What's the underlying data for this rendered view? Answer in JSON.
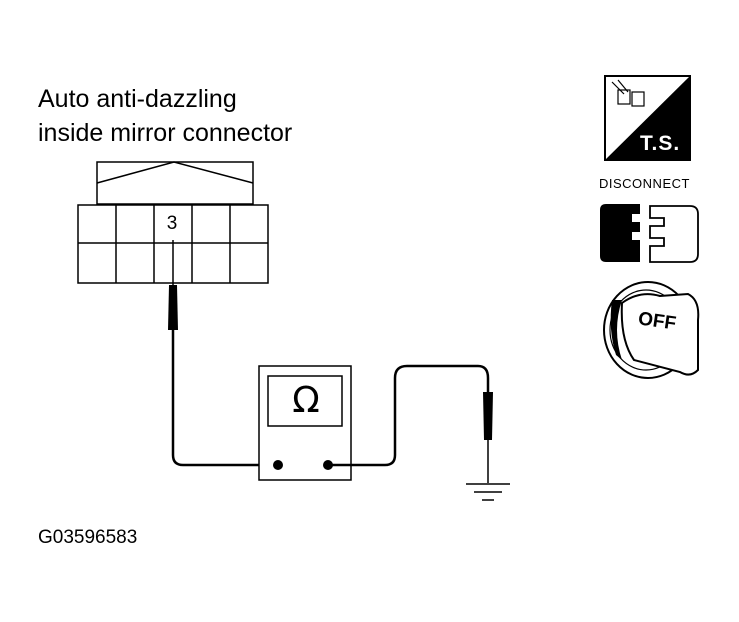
{
  "title": {
    "line1": "Auto anti-dazzling",
    "line2": "inside mirror connector"
  },
  "connector": {
    "pin_label": "3"
  },
  "meter": {
    "symbol": "Ω"
  },
  "icons": {
    "ts_label": "T.S.",
    "disconnect_label": "DISCONNECT",
    "off_label": "OFF"
  },
  "figure_id": "G03596583"
}
